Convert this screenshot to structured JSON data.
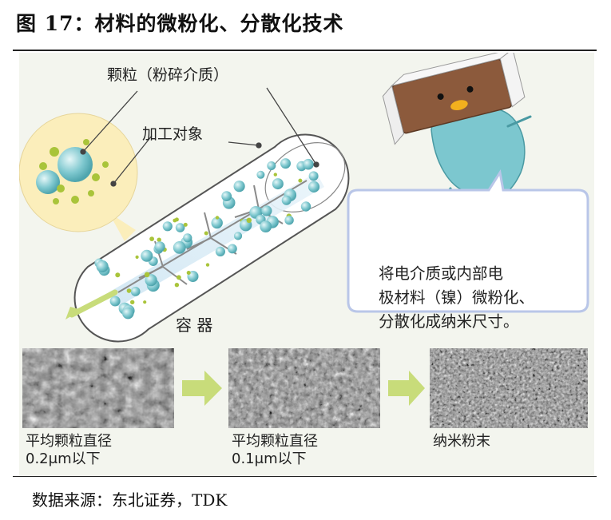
{
  "figure": {
    "title": "图 17：材料的微粉化、分散化技术",
    "source": "数据来源：东北证券，TDK",
    "labels": {
      "particles": "颗粒（粉碎介质）",
      "target": "加工对象",
      "container": "容 器"
    },
    "speech": [
      "将电介质或内部电",
      "极材料（镍）微粉化、",
      "分散化成纳米尺寸。"
    ],
    "stages": [
      {
        "line1": "平均颗粒直径",
        "line2": "0.2μm以下"
      },
      {
        "line1": "平均颗粒直径",
        "line2": "0.1μm以下"
      },
      {
        "line1": "纳米粉末",
        "line2": ""
      }
    ]
  },
  "colors": {
    "bead": "#7fc8cf",
    "small_particle": "#a9c43a",
    "container_fill": "#ffffff",
    "zoom_fill": "#fbeebb",
    "arrow": "#c8dc7a",
    "speech_border": "#b9c6e8",
    "panel_background": "#f3f5ee"
  }
}
